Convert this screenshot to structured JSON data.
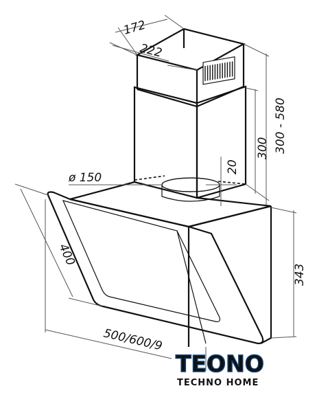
{
  "dimensions": {
    "chimney_depth": "172",
    "chimney_width": "222",
    "chimney_height_range": "300 - 580",
    "chimney_lower_height": "300",
    "duct_offset": "20",
    "duct_diameter": "ø 150",
    "glass_depth": "400",
    "hood_height": "343",
    "hood_width": "500/600/9"
  },
  "brand": {
    "name": "TEONO",
    "tagline": "TECHNO HOME",
    "color_primary": "#2a6fb0",
    "color_dark": "#0f3f73"
  }
}
